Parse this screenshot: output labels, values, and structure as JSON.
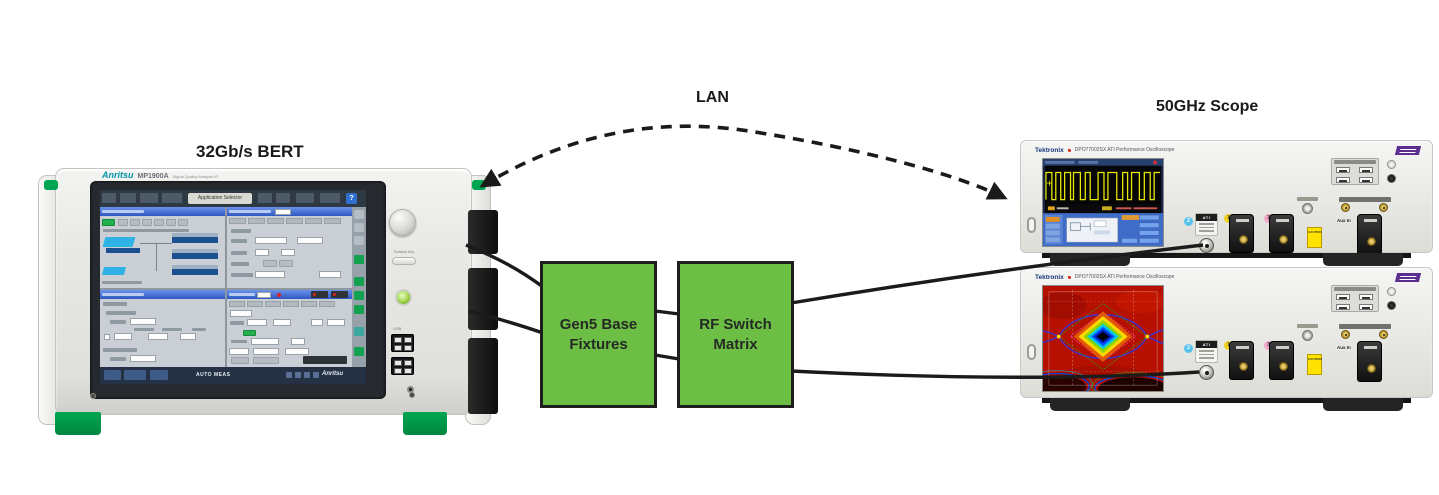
{
  "labels": {
    "bert": "32Gb/s BERT",
    "lan": "LAN",
    "scope": "50GHz Scope"
  },
  "boxes": {
    "fixtures": {
      "line1": "Gen5 Base",
      "line2": "Fixtures"
    },
    "rf": {
      "line1": "RF Switch",
      "line2": "Matrix"
    }
  },
  "bert": {
    "brand": "Anritsu",
    "model": "MP1900A",
    "tagline": "Signal Quality Analyzer-R",
    "app_selector": "Application Selector",
    "help": "?",
    "auto_meas": "AUTO MEAS",
    "footer_brand": "Anritsu",
    "function_key": "Function Key",
    "usb": "USB"
  },
  "scope": {
    "brand": "Tektronix",
    "model": "DPO77002SX ATI Performance Oscilloscope",
    "ati": "ATI",
    "ch1": "1",
    "ch2": "2",
    "ch3": "3",
    "aux_in": "Aux In",
    "caution": "CAUTION"
  },
  "colors": {
    "box_green": "#6CBE45",
    "line_black": "#1b1b1b",
    "anritsu_green": "#00A651",
    "anritsu_teal": "#0095a8",
    "tek_blue": "#16367c",
    "badge_purple": "#5b2d8e",
    "trace_yellow": "#e8e800",
    "eye_red": "#b51000"
  }
}
